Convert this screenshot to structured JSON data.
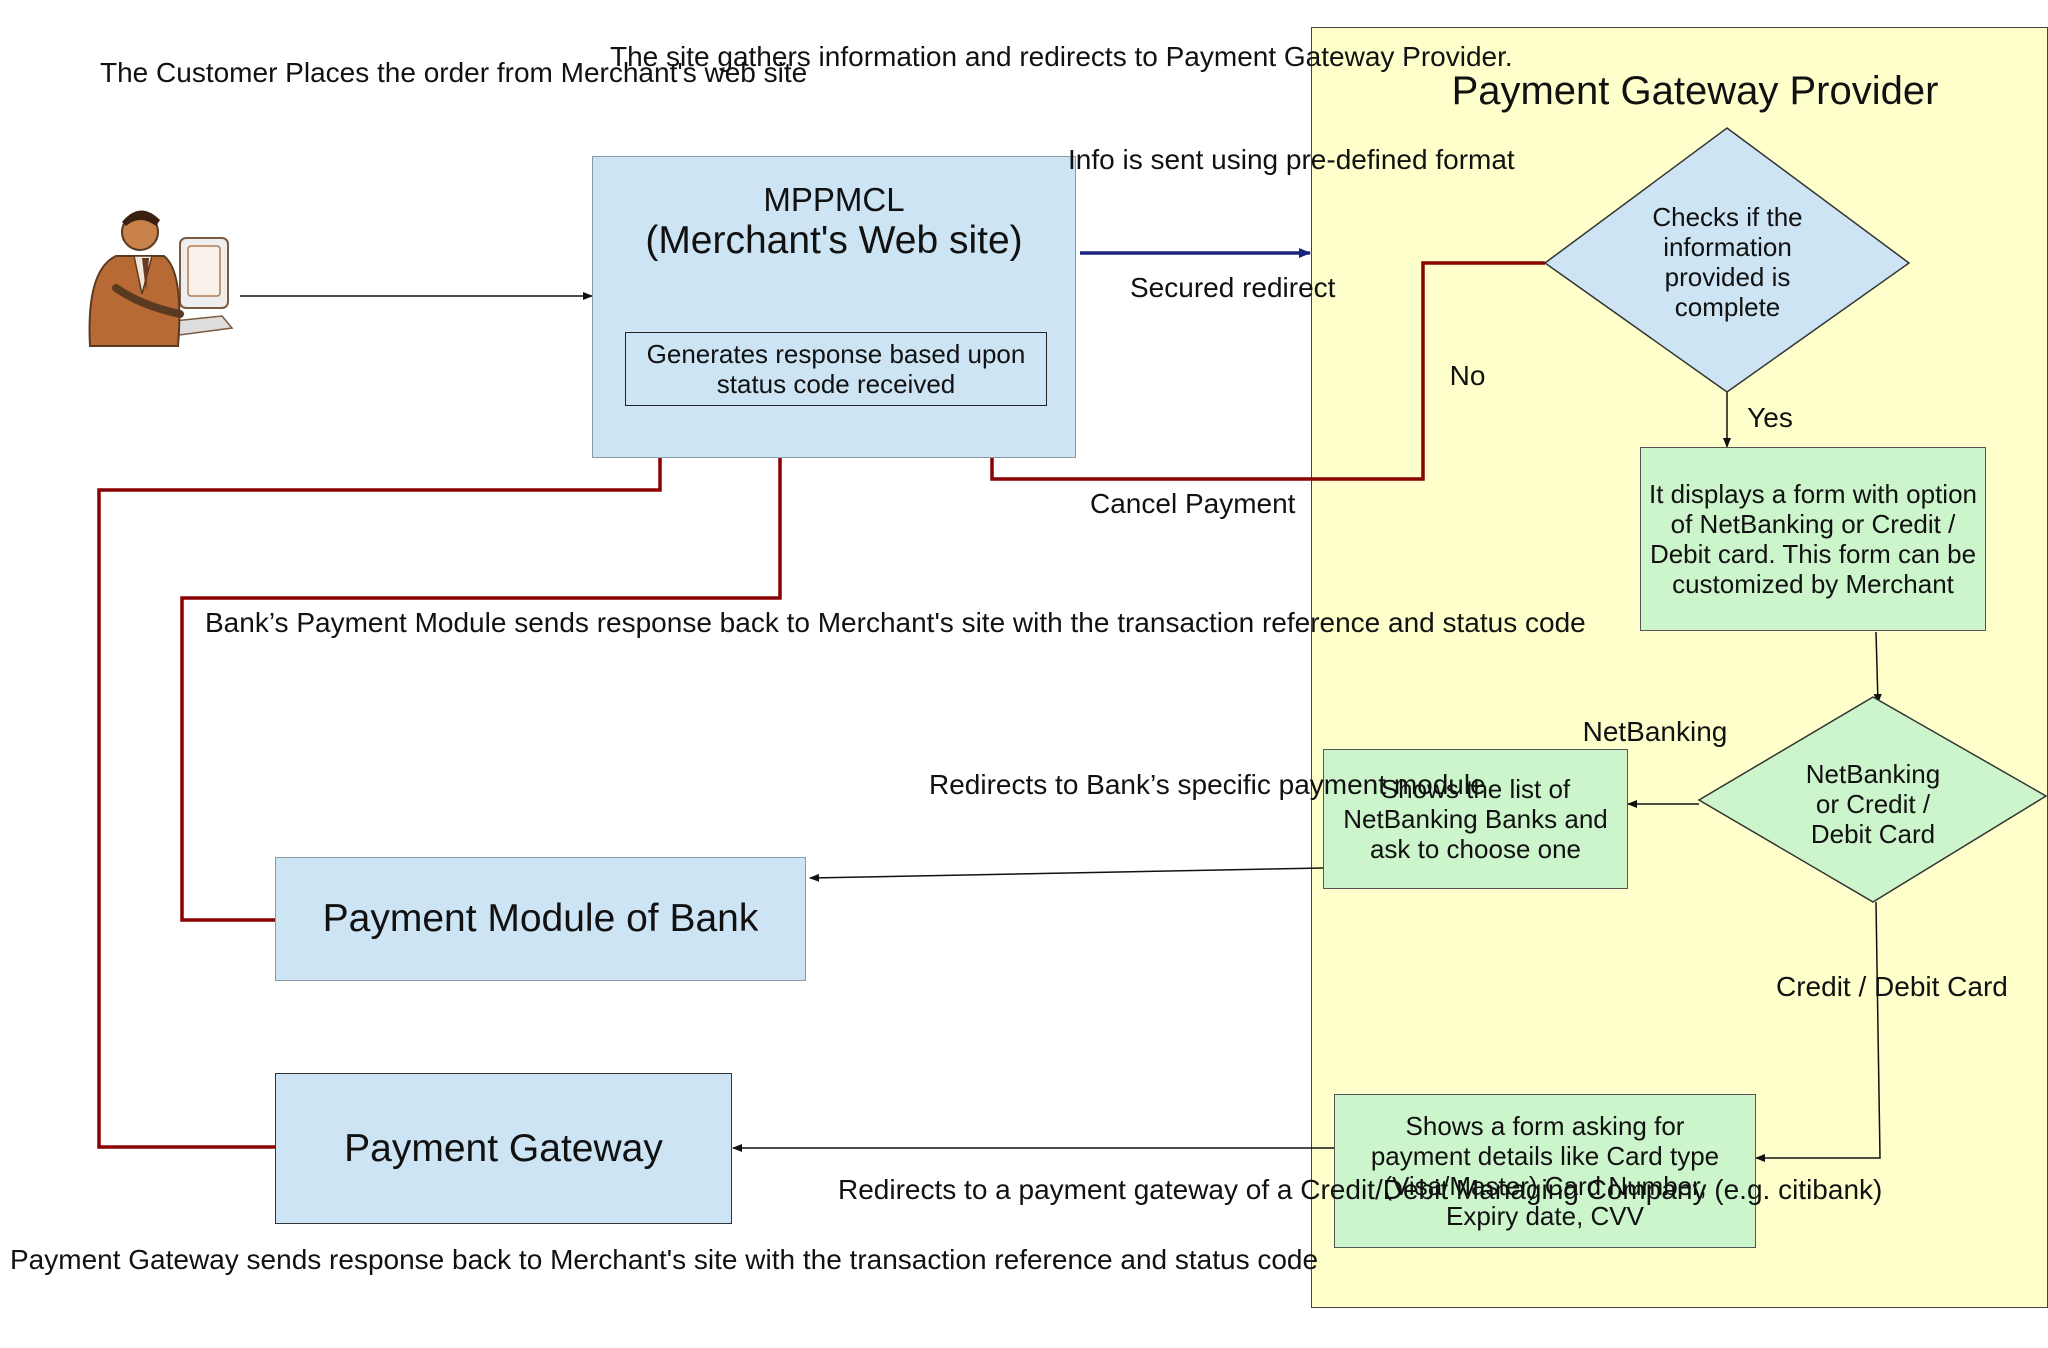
{
  "customer_caption": [
    "The Customer Places the",
    "order from Merchant's web",
    "site"
  ],
  "site_caption": [
    "The site gathers information",
    "and redirects to Payment",
    "Gateway Provider."
  ],
  "merchant_site": {
    "line1": "MPPMCL",
    "line2": "(Merchant's Web site)",
    "response_box": [
      "Generates response based upon",
      "status code received"
    ]
  },
  "info_sent": [
    "Info is sent using",
    "pre-defined format"
  ],
  "secured_redirect": [
    "Secured",
    "redirect"
  ],
  "cancel_payment": [
    "Cancel",
    "Payment"
  ],
  "provider_panel_title": "Payment Gateway Provider",
  "check_diamond": [
    "Checks if the",
    "information",
    "provided is",
    "complete"
  ],
  "no_label": "No",
  "yes_label": "Yes",
  "form_box": [
    "It displays a form with option",
    "of NetBanking or Credit /",
    "Debit card. This form can be",
    "customized by Merchant"
  ],
  "choice_diamond": [
    "NetBanking",
    "or Credit /",
    "Debit Card"
  ],
  "netbanking_label": "NetBanking",
  "credit_debit_label": "Credit / Debit Card",
  "banks_list_box": [
    "Shows the list of",
    "NetBanking Banks and",
    "ask to choose one"
  ],
  "card_form_box": [
    "Shows a form asking for",
    "payment details like Card type",
    "(Visa/Master) Card Number,",
    "Expiry date, CVV"
  ],
  "bank_module_title": "Payment Module of Bank",
  "payment_gateway_title": "Payment Gateway",
  "bank_response_caption": [
    "Bank’s Payment Module sends",
    "response back to Merchant's site",
    "with the transaction reference",
    "and status code"
  ],
  "redirect_bank_caption": [
    "Redirects to Bank’s",
    "specific payment",
    "module"
  ],
  "redirect_gateway_caption": [
    "Redirects to a payment",
    "gateway of a",
    "Credit/Debit Managing",
    "Company",
    "(e.g. citibank)"
  ],
  "gateway_response_caption": [
    "Payment Gateway sends response back to",
    "Merchant's site with the transaction",
    "reference and status code"
  ],
  "colors": {
    "return_path": "#8b0000",
    "secured_arrow": "#1a237e",
    "panel": "#ffffcc",
    "blue_box": "#cce4f4",
    "green_box": "#ccf5cc"
  }
}
